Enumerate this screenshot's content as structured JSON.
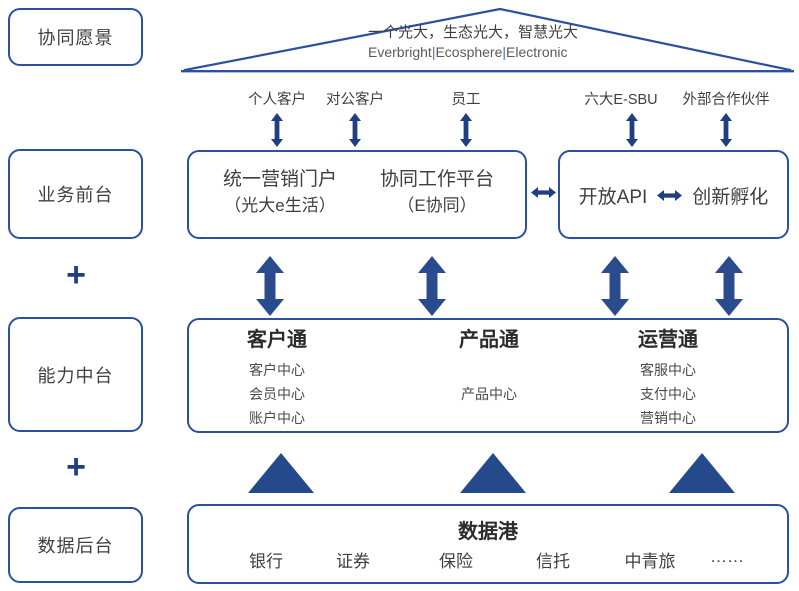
{
  "diagram": {
    "title_rail": [
      {
        "label": "协同愿景"
      },
      {
        "label": "业务前台"
      },
      {
        "label": "能力中台"
      },
      {
        "label": "数据后台"
      }
    ],
    "plus_symbol": "+"
  },
  "roof": {
    "chinese": "一个光大，生态光大，智慧光大",
    "english_1": "Everbright",
    "sep_1": "|",
    "english_2": "Ecosphere",
    "sep_2": "|",
    "english_3": "Electronic"
  },
  "actors": [
    {
      "label": "个人客户"
    },
    {
      "label": "对公客户"
    },
    {
      "label": "员工"
    },
    {
      "label": "六大E-SBU"
    },
    {
      "label": "外部合作伙伴"
    }
  ],
  "front_stage": {
    "left_box": [
      {
        "line1": "统一营销门户",
        "line2": "（光大e生活）"
      },
      {
        "line1": "协同工作平台",
        "line2": "（E协同）"
      }
    ],
    "connector": "↔",
    "right_box": {
      "item1": "开放API",
      "arrow": "↔",
      "item2": "创新孵化"
    }
  },
  "mid_platform": {
    "columns": [
      {
        "head": "客户通",
        "subs": [
          "客户中心",
          "会员中心",
          "账户中心"
        ]
      },
      {
        "head": "产品通",
        "subs": [
          "",
          "产品中心",
          ""
        ]
      },
      {
        "head": "运营通",
        "subs": [
          "客服中心",
          "支付中心",
          "营销中心"
        ]
      }
    ]
  },
  "data_port": {
    "title": "数据港",
    "items": [
      {
        "label": "银行"
      },
      {
        "label": "证券"
      },
      {
        "label": "保险"
      },
      {
        "label": "信托"
      },
      {
        "label": "中青旅"
      },
      {
        "label": "……"
      }
    ]
  },
  "colors": {
    "border_blue": "#2c4f9e",
    "arrow_blue": "#1f3f82",
    "text_gray": "#3f3f3f"
  }
}
